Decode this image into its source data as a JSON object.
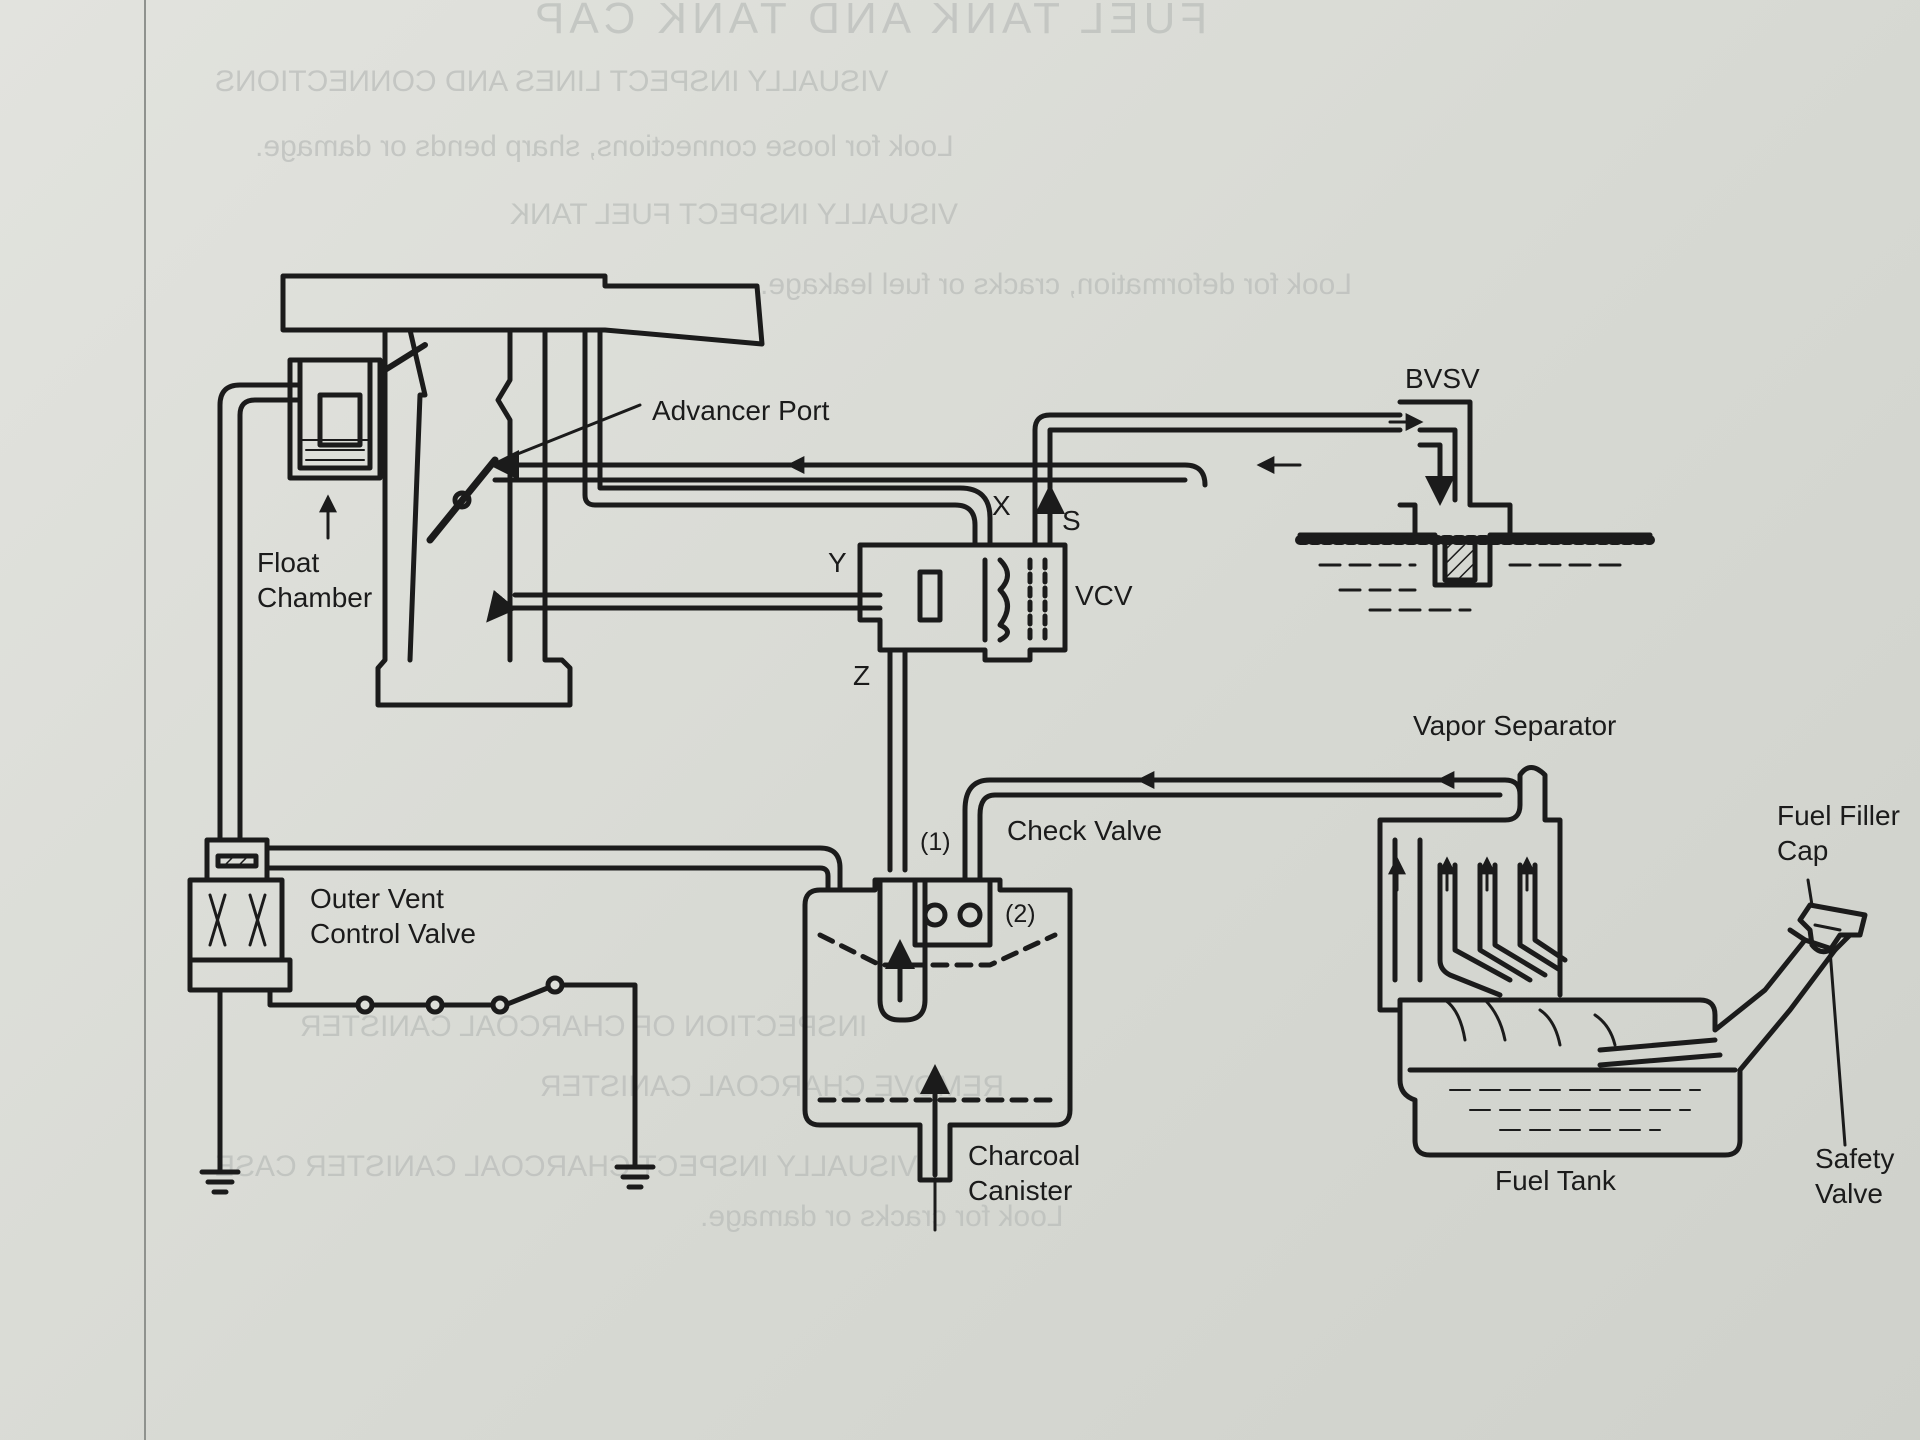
{
  "background_bleed": {
    "title": "FUEL TANK AND TANK CAP",
    "lines": [
      "VISUALLY INSPECT LINES AND CONNECTIONS",
      "Look for loose connections, sharp bends or damage.",
      "VISUALLY INSPECT FUEL TANK",
      "Look for deformation, cracks or fuel leakage.",
      "INSPECTION OF CHARCOAL CANISTER",
      "REMOVE CHARCOAL CANISTER",
      "VISUALLY INSPECT CHARCOAL CANISTER CASE",
      "Look for cracks or damage."
    ]
  },
  "labels": {
    "advancer_port": "Advancer Port",
    "bvsv": "BVSV",
    "float_chamber": [
      "Float",
      "Chamber"
    ],
    "port_x": "X",
    "port_s": "S",
    "port_y": "Y",
    "port_z": "Z",
    "vcv": "VCV",
    "vapor_separator": "Vapor Separator",
    "check_valve": "Check Valve",
    "port_1": "(1)",
    "port_2": "(2)",
    "outer_vent_control_valve": [
      "Outer Vent",
      "Control Valve"
    ],
    "fuel_filler_cap": [
      "Fuel Filler",
      "Cap"
    ],
    "charcoal_canister": [
      "Charcoal",
      "Canister"
    ],
    "fuel_tank": "Fuel Tank",
    "safety_valve": [
      "Safety",
      "Valve"
    ]
  },
  "colors": {
    "ink": "#1b1b1b",
    "paper": "#dcded9",
    "bleed_text": "#b9bcb9"
  }
}
